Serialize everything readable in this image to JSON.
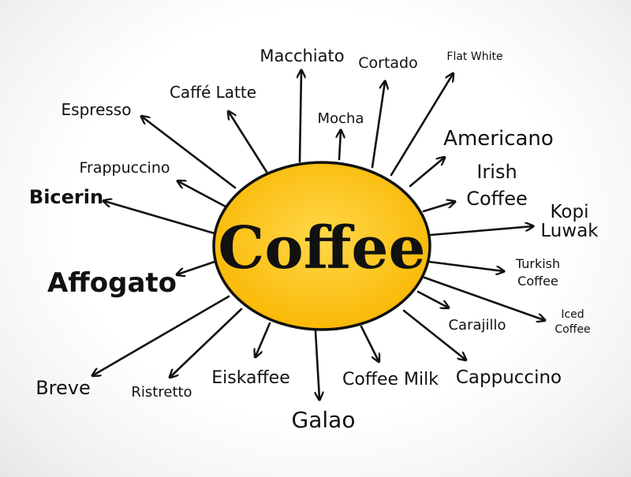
{
  "center": {
    "label": "Coffee",
    "fill": "#f9b600",
    "highlight": "#ffd84a"
  },
  "labels": {
    "macchiato": "Macchiato",
    "cortado": "Cortado",
    "flat_white": "Flat White",
    "caffe_latte": "Caffé Latte",
    "espresso": "Espresso",
    "mocha": "Mocha",
    "americano": "Americano",
    "irish_coffee_1": "Irish",
    "irish_coffee_2": "Coffee",
    "frappuccino": "Frappuccino",
    "bicerin": "Bicerin",
    "kopi_luwak_1": "Kopi",
    "kopi_luwak_2": "Luwak",
    "affogato": "Affogato",
    "turkish_coffee_1": "Turkish",
    "turkish_coffee_2": "Coffee",
    "iced_coffee_1": "Iced",
    "iced_coffee_2": "Coffee",
    "carajillo": "Carajillo",
    "breve": "Breve",
    "ristretto": "Ristretto",
    "eiskaffee": "Eiskaffee",
    "coffee_milk": "Coffee Milk",
    "cappuccino": "Cappuccino",
    "galao": "Galao"
  }
}
